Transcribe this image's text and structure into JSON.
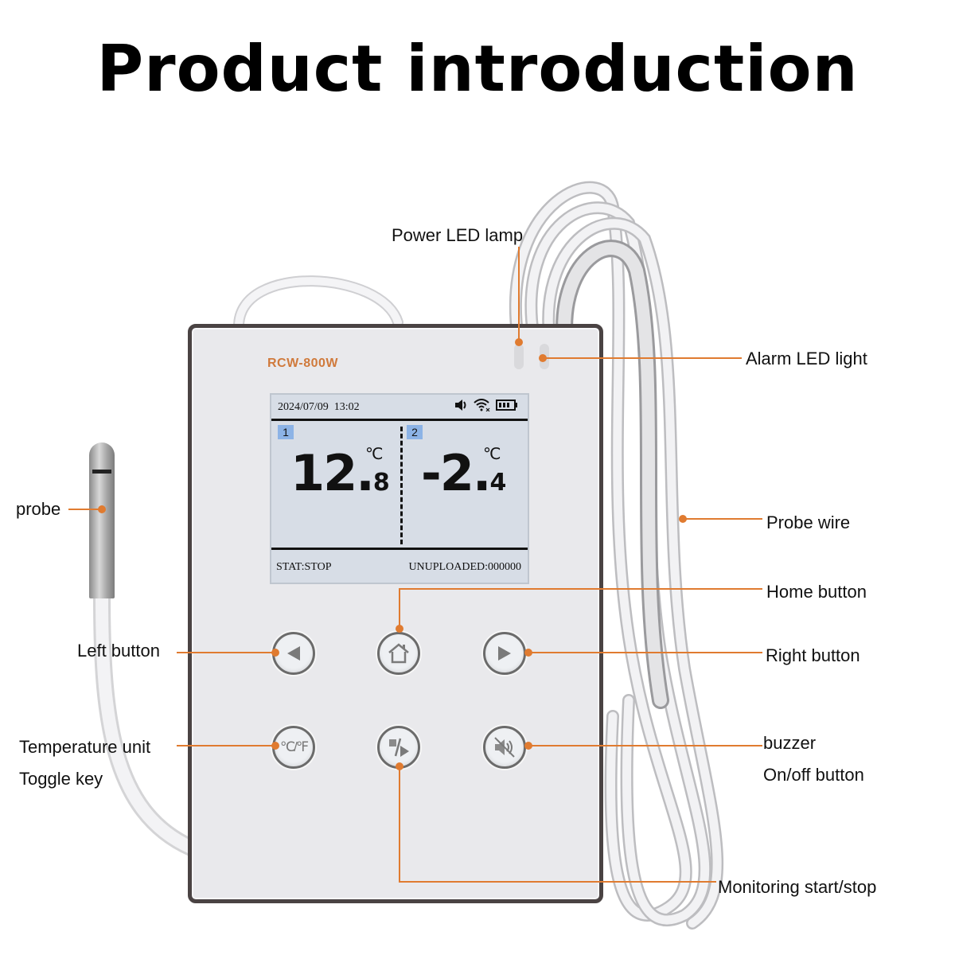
{
  "title": "Product introduction",
  "colors": {
    "accent_orange": "#e07b30",
    "model_text": "#d07a3c",
    "device_border": "#4a4343",
    "device_face": "#e9e9ec",
    "screen_bg": "#d7dde6",
    "channel_badge": "#8cb3e6"
  },
  "device": {
    "model": "RCW-800W",
    "screen": {
      "date": "2024/07/09",
      "time": "13:02",
      "status_icons": [
        "speaker-icon",
        "wifi-disconnected-icon",
        "battery-icon"
      ],
      "channels": [
        {
          "id": "1",
          "value_int": "12.",
          "value_dec": "8",
          "unit": "℃"
        },
        {
          "id": "2",
          "value_int": "-2.",
          "value_dec": "4",
          "unit": "℃"
        }
      ],
      "stat": "STAT:STOP",
      "unuploaded": "UNUPLOADED:000000"
    },
    "buttons": [
      {
        "name": "left",
        "icon": "triangle-left-icon"
      },
      {
        "name": "home",
        "icon": "home-icon"
      },
      {
        "name": "right",
        "icon": "triangle-right-icon"
      },
      {
        "name": "unit-toggle",
        "icon": "celsius-fahrenheit-icon",
        "glyph": "℃/℉"
      },
      {
        "name": "start-stop",
        "icon": "stop-play-icon"
      },
      {
        "name": "buzzer",
        "icon": "speaker-mute-icon"
      }
    ]
  },
  "callouts": {
    "power_led": "Power LED lamp",
    "alarm_led": "Alarm LED light",
    "probe": "probe",
    "probe_wire": "Probe wire",
    "home_button": "Home button",
    "left_button": "Left button",
    "right_button": "Right button",
    "temp_unit_line1": "Temperature unit",
    "temp_unit_line2": "Toggle key",
    "buzzer_line1": "buzzer",
    "buzzer_line2": "On/off button",
    "monitoring": "Monitoring start/stop"
  }
}
